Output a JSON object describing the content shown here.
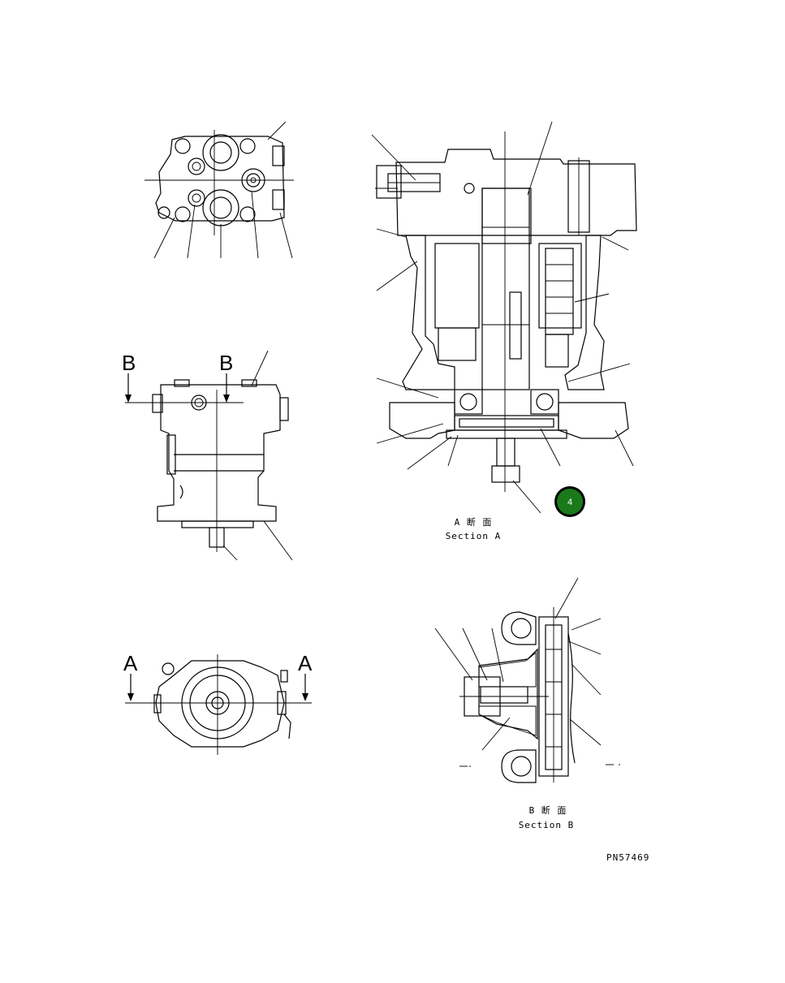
{
  "section_a": {
    "title_jp": "A 断 面",
    "title_en": "Section A"
  },
  "section_b": {
    "title_jp": "B 断 面",
    "title_en": "Section B"
  },
  "cut_markers": {
    "b_left": "B",
    "b_right": "B",
    "a_left": "A",
    "a_right": "A"
  },
  "badge": {
    "label": "4",
    "color": "#1a7a1a"
  },
  "part_number": "PN57469"
}
